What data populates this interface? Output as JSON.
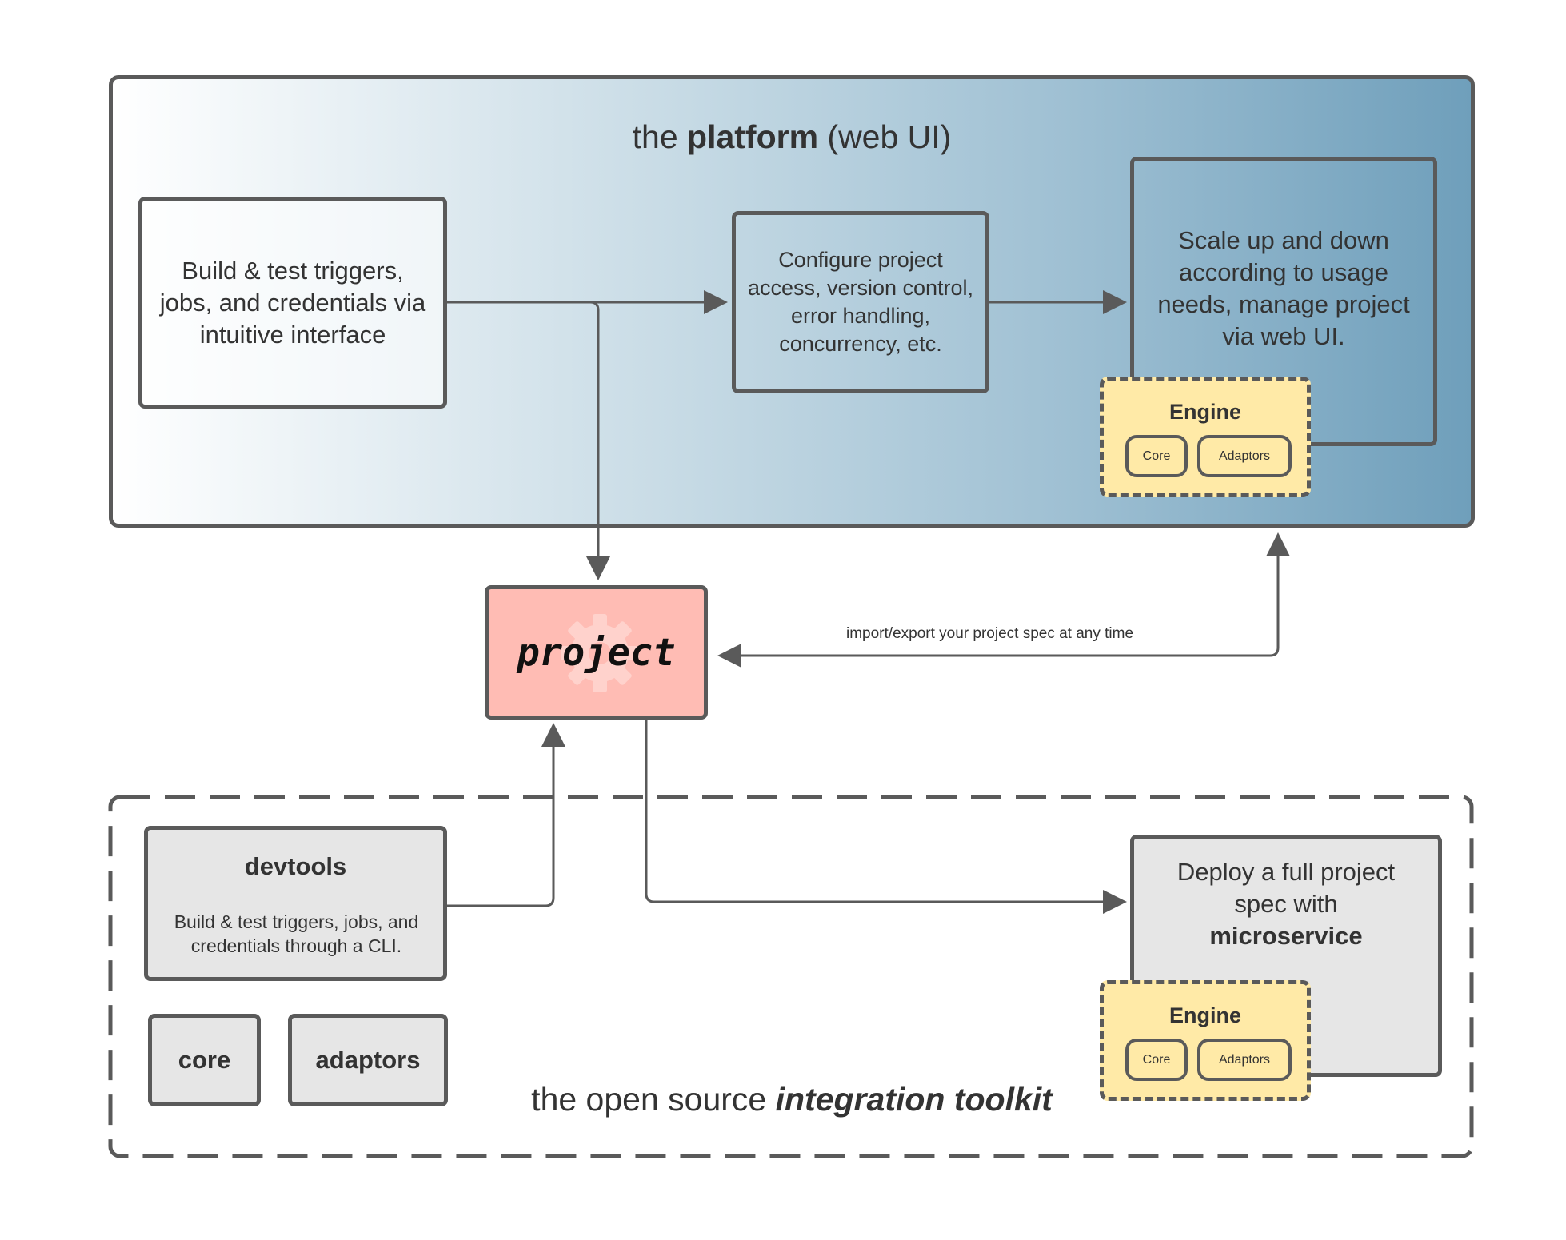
{
  "platform": {
    "title_pre": "the ",
    "title_bold": "platform",
    "title_post": " (web UI)",
    "build_box": "Build & test triggers, jobs, and credentials via intuitive interface",
    "configure_box": "Configure project access, version control, error handling, concurrency, etc.",
    "scale_box": "Scale up and down according to usage needs, manage project via web UI.",
    "engine": {
      "title": "Engine",
      "core": "Core",
      "adaptors": "Adaptors"
    }
  },
  "project": {
    "label": "project",
    "arrow_label": "import/export your project spec at any time"
  },
  "toolkit": {
    "title_pre": "the open source ",
    "title_em": "integration toolkit",
    "devtools_title": "devtools",
    "devtools_desc": "Build & test triggers, jobs, and credentials through a CLI.",
    "core": "core",
    "adaptors": "adaptors",
    "deploy_pre": "Deploy a full project spec with",
    "deploy_bold": "microservice",
    "engine": {
      "title": "Engine",
      "core": "Core",
      "adaptors": "Adaptors"
    }
  },
  "colors": {
    "border": "#5a5a5a",
    "project_fill": "#ffbcb4",
    "engine_fill": "#ffeaa7",
    "toolkit_box_fill": "#e6e6e6",
    "platform_gradient_end": "#6f9fbb"
  },
  "icons": {
    "project_watermark": "gear-icon"
  }
}
